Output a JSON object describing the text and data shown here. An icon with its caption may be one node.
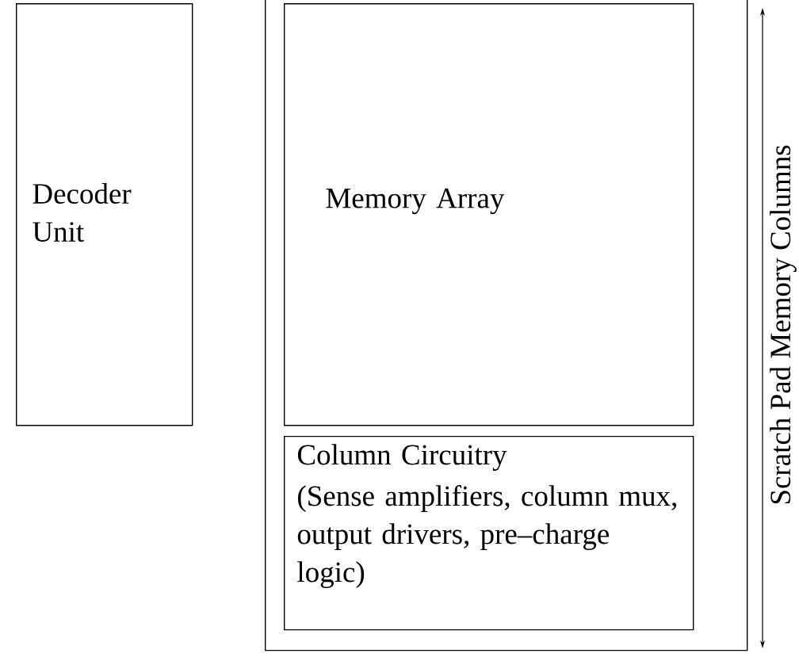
{
  "diagram": {
    "nodes": [
      {
        "text": [
          "Decoder Unit"
        ]
      },
      {
        "text": [],
        "shape": "box"
      },
      {
        "text": [
          "Memory Array"
        ],
        "in": 1
      },
      {
        "text": [
          "Column Circuitry",
          "(Sense amplifiers, column mux, output drivers, pre–charge logic)"
        ],
        "in": 1
      }
    ],
    "edges": [],
    "labels": [
      "Scratch Pad Memory Columns"
    ]
  }
}
